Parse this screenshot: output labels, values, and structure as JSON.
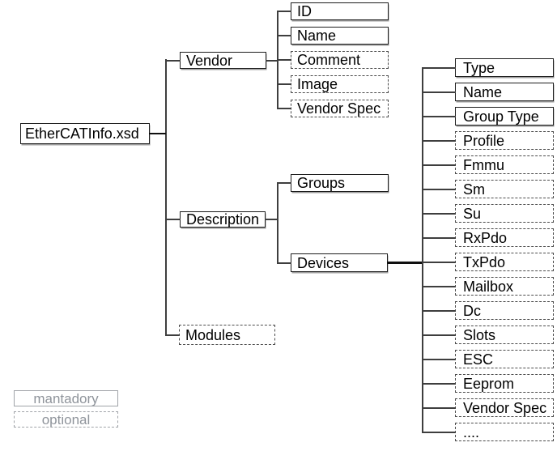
{
  "root": {
    "label": "EtherCATInfo.xsd",
    "type": "mandatory"
  },
  "level1": [
    {
      "label": "Vendor",
      "type": "mandatory"
    },
    {
      "label": "Description",
      "type": "mandatory"
    },
    {
      "label": "Modules",
      "type": "optional"
    }
  ],
  "vendor_children": [
    {
      "label": "ID",
      "type": "mandatory"
    },
    {
      "label": "Name",
      "type": "mandatory"
    },
    {
      "label": "Comment",
      "type": "optional"
    },
    {
      "label": "Image",
      "type": "optional"
    },
    {
      "label": "Vendor Spec",
      "type": "optional"
    }
  ],
  "description_children": [
    {
      "label": "Groups",
      "type": "mandatory"
    },
    {
      "label": "Devices",
      "type": "mandatory"
    }
  ],
  "devices_children": [
    {
      "label": "Type",
      "type": "mandatory"
    },
    {
      "label": "Name",
      "type": "mandatory"
    },
    {
      "label": "Group Type",
      "type": "mandatory"
    },
    {
      "label": "Profile",
      "type": "optional"
    },
    {
      "label": "Fmmu",
      "type": "optional"
    },
    {
      "label": "Sm",
      "type": "optional"
    },
    {
      "label": "Su",
      "type": "optional"
    },
    {
      "label": "RxPdo",
      "type": "optional"
    },
    {
      "label": "TxPdo",
      "type": "optional"
    },
    {
      "label": "Mailbox",
      "type": "optional"
    },
    {
      "label": "Dc",
      "type": "optional"
    },
    {
      "label": "Slots",
      "type": "optional"
    },
    {
      "label": "ESC",
      "type": "optional"
    },
    {
      "label": "Eeprom",
      "type": "optional"
    },
    {
      "label": "Vendor Spec",
      "type": "optional"
    },
    {
      "label": "....",
      "type": "optional"
    }
  ],
  "legend": {
    "mandatory_label": "mantadory",
    "optional_label": "optional"
  },
  "colors": {
    "node_border": "#1d1d1d",
    "optional_border": "#4b4b4b",
    "connector": "#3e3e3e",
    "emphasis_connector": "#0f0f0f",
    "legend_border": "#a0a3a8",
    "legend_text": "#8f949b",
    "node_text": "#000000",
    "background": "#ffffff"
  }
}
